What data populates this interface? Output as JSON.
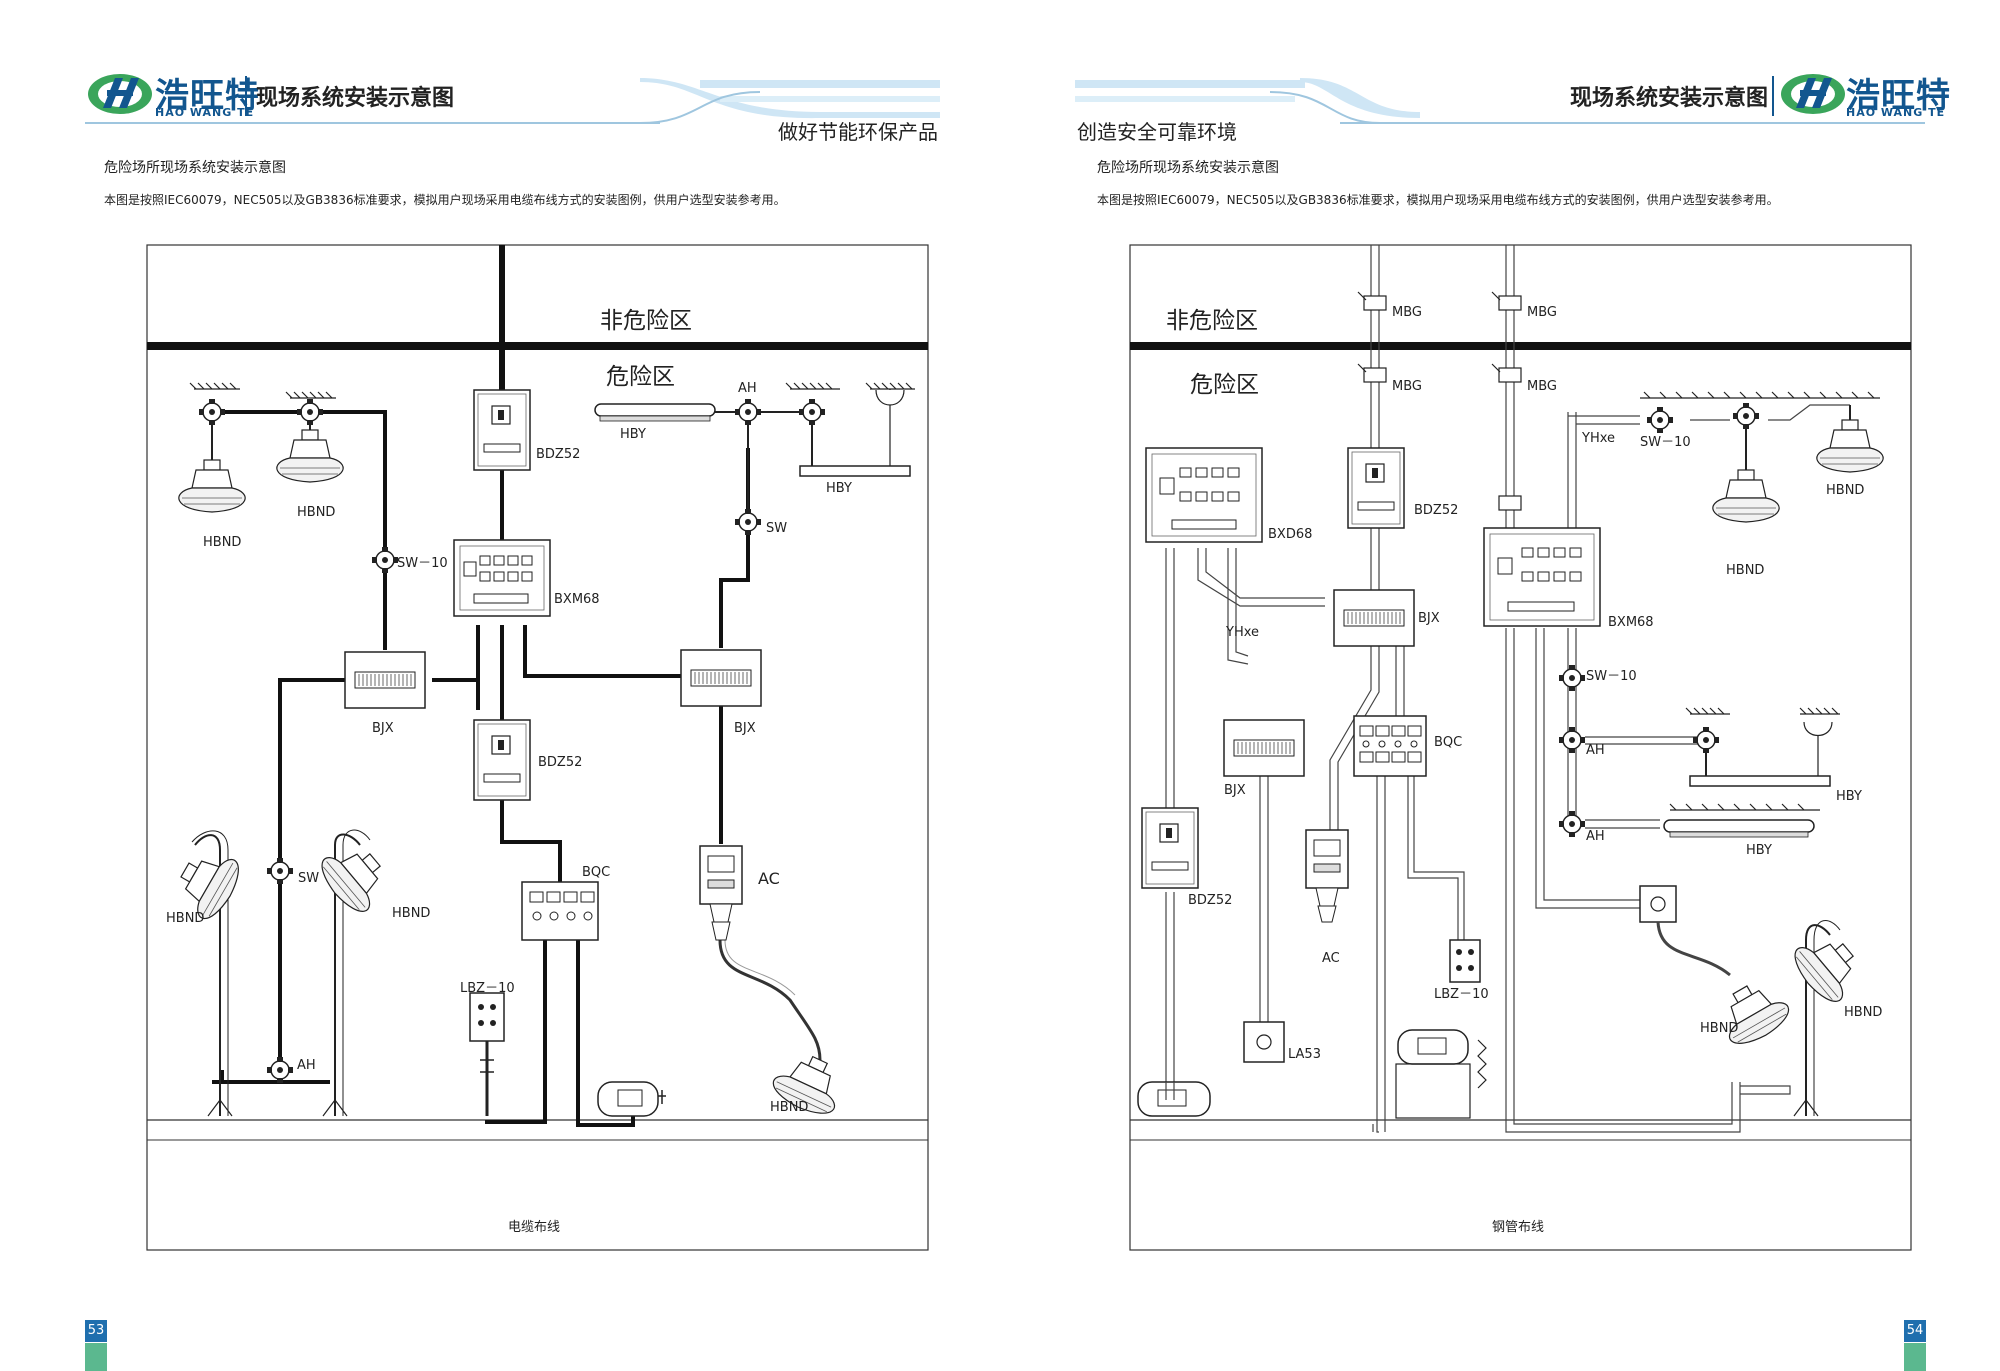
{
  "brand": {
    "name_cn": "浩旺特",
    "name_en": "HAO WANG TE"
  },
  "header": {
    "title": "现场系统安装示意图"
  },
  "left_page": {
    "slogan": "做好节能环保产品",
    "caption": "危险场所现场系统安装示意图",
    "description": "本图是按照IEC60079，NEC505以及GB3836标准要求，模拟用户现场采用电缆布线方式的安装图例，供用户选型安装参考用。",
    "zone_safe": "非危险区",
    "zone_hazard": "危险区",
    "footer": "电缆布线",
    "page_number": "53",
    "labels": {
      "hbnd_1": "HBND",
      "hbnd_2": "HBND",
      "hbnd_3": "HBND",
      "hbnd_4": "HBND",
      "hbnd_5": "HBND",
      "sw10": "SW－10",
      "sw_1": "SW",
      "sw_2": "SW",
      "bjx_1": "BJX",
      "bjx_2": "BJX",
      "bdz52_1": "BDZ52",
      "bdz52_2": "BDZ52",
      "bxm68": "BXM68",
      "bqc": "BQC",
      "lbz10": "LBZ－10",
      "ah_1": "AH",
      "ah_2": "AH",
      "hby_1": "HBY",
      "hby_2": "HBY",
      "ac": "AC"
    }
  },
  "right_page": {
    "slogan": "创造安全可靠环境",
    "caption": "危险场所现场系统安装示意图",
    "description": "本图是按照IEC60079，NEC505以及GB3836标准要求，模拟用户现场采用电缆布线方式的安装图例，供用户选型安装参考用。",
    "zone_safe": "非危险区",
    "zone_hazard": "危险区",
    "footer": "钢管布线",
    "page_number": "54",
    "labels": {
      "mbg_1": "MBG",
      "mbg_2": "MBG",
      "mbg_3": "MBG",
      "mbg_4": "MBG",
      "bxd68": "BXD68",
      "bdz52_1": "BDZ52",
      "bdz52_2": "BDZ52",
      "bjx_1": "BJX",
      "bjx_2": "BJX",
      "yhxe_1": "YHxe",
      "yhxe_2": "YHxe",
      "bqc": "BQC",
      "ac": "AC",
      "lbz10": "LBZ－10",
      "la53": "LA53",
      "bxm68": "BXM68",
      "sw10_1": "SW－10",
      "sw10_2": "SW－10",
      "ah_1": "AH",
      "ah_2": "AH",
      "hby_1": "HBY",
      "hby_2": "HBY",
      "hbnd_1": "HBND",
      "hbnd_2": "HBND",
      "hbnd_3": "HBND",
      "hbnd_4": "HBND"
    }
  },
  "colors": {
    "brand_blue": "#12568f",
    "brand_green": "#3aa55b",
    "accent_light": "#cfe6f5",
    "page_blue": "#1f6fae",
    "page_green": "#5bb88f"
  }
}
